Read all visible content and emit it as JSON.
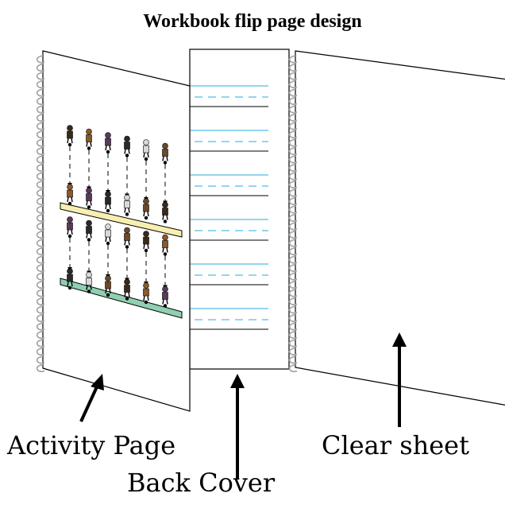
{
  "title": "Workbook flip page design",
  "labels": {
    "activity_page": "Activity Page",
    "back_cover": "Back Cover",
    "clear_sheet": "Clear sheet"
  },
  "colors": {
    "line_blue": "#29abe2",
    "band_yellow": "#f7efb0",
    "band_green": "#8fd0b0",
    "coil": "#a8a8a8"
  },
  "figure_columns": 6,
  "figure_rows": 4
}
